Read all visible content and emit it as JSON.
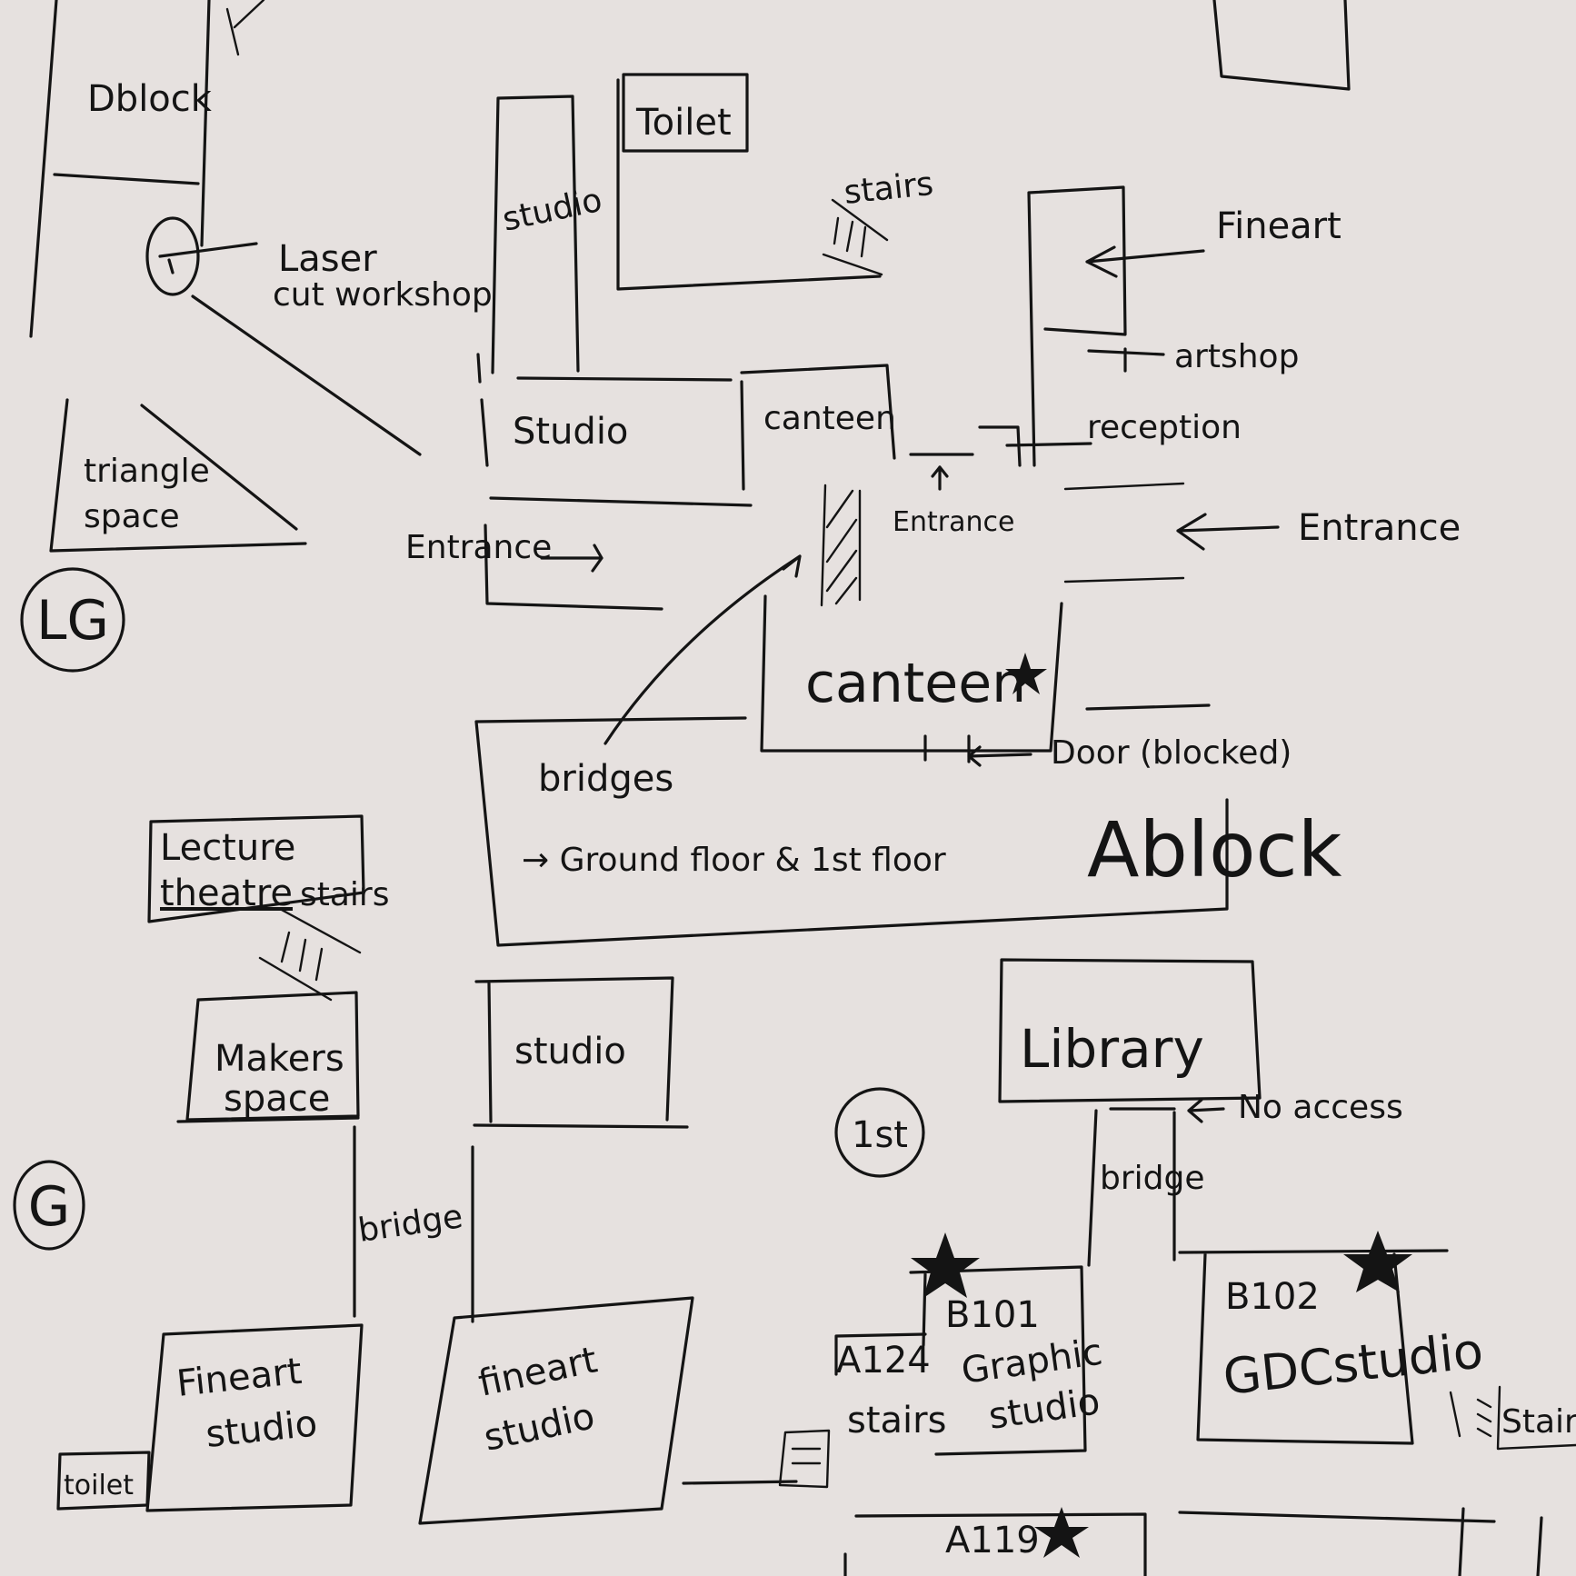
{
  "floors": {
    "lower_ground": "LG",
    "ground": "G",
    "first": "1st"
  },
  "lower_ground": {
    "d_block": "Dblock",
    "laser_cut_line1": "Laser",
    "laser_cut_line2": "cut workshop",
    "studio_tall": "studio",
    "toilet": "Toilet",
    "stairs": "stairs",
    "fineart": "Fineart",
    "artshop": "artshop",
    "reception": "reception",
    "studio": "Studio",
    "canteen_small": "canteen",
    "triangle_line1": "triangle",
    "triangle_line2": "space",
    "entrance_left": "Entrance",
    "entrance_middle": "Entrance",
    "entrance_right": "Entrance",
    "canteen_main": "canteen",
    "door_blocked": "Door (blocked)",
    "bridges": "bridges",
    "bridges_note": "→ Ground floor & 1st floor",
    "a_block": "Ablock"
  },
  "ground": {
    "lecture_line1": "Lecture",
    "lecture_line2": "theatre",
    "stairs": "stairs",
    "makers_line1": "Makers",
    "makers_line2": "space",
    "studio": "studio",
    "bridge": "bridge",
    "fineart_studio_left_line1": "Fineart",
    "fineart_studio_left_line2": "studio",
    "fineart_studio_right_line1": "fineart",
    "fineart_studio_right_line2": "studio",
    "toilet": "toilet"
  },
  "first": {
    "library": "Library",
    "no_access": "No access",
    "bridge": "bridge",
    "b101": "B101",
    "b101_line1": "Graphic",
    "b101_line2": "studio",
    "a124": "A124",
    "stairs_a": "stairs",
    "b102": "B102",
    "b102_name": "GDCstudio",
    "stairs_b": "Stairs",
    "a119": "A119"
  }
}
